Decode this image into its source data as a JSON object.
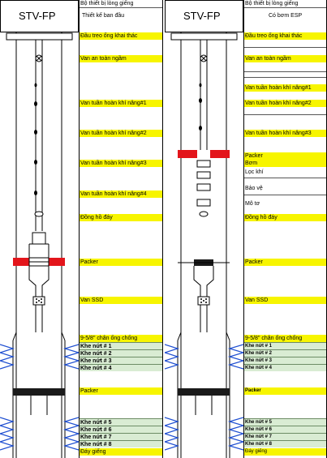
{
  "panels": [
    {
      "title": "STV-FP",
      "header_top": "Bộ thiết bị lòng giếng",
      "subtitle": "Thiết kế ban đầu",
      "labels": [
        {
          "text": "Đầu treo ống khai thác",
          "style": "yellow"
        },
        {
          "text": "Van an toàn ngầm",
          "style": "yellow"
        },
        {
          "text": "Van tuần hoàn khí nâng#1",
          "style": "yellow"
        },
        {
          "text": "Van tuần hoàn khí nâng#2",
          "style": "yellow"
        },
        {
          "text": "Van tuần hoàn khí nâng#3",
          "style": "yellow"
        },
        {
          "text": "Van tuần hoàn khí nâng#4",
          "style": "yellow"
        },
        {
          "text": "Đồng hồ đáy",
          "style": "yellow"
        },
        {
          "text": "Packer",
          "style": "yellow"
        },
        {
          "text": "Van SSD",
          "style": "yellow"
        },
        {
          "text": "9-5/8\" chân ống chống",
          "style": "yellow"
        },
        {
          "text": "Khe nứt # 1",
          "style": "green"
        },
        {
          "text": "Khe nứt # 2",
          "style": "green"
        },
        {
          "text": "Khe nứt # 3",
          "style": "green"
        },
        {
          "text": "Khe nứt # 4",
          "style": "green"
        },
        {
          "text": "Packer",
          "style": "yellow"
        },
        {
          "text": "Khe nứt # 5",
          "style": "green"
        },
        {
          "text": "Khe nứt # 6",
          "style": "green"
        },
        {
          "text": "Khe nứt # 7",
          "style": "green"
        },
        {
          "text": "Khe nứt # 8",
          "style": "green"
        },
        {
          "text": "Đáy giếng",
          "style": "yellow"
        }
      ]
    },
    {
      "title": "STV-FP",
      "header_top": "Bộ thiết bị lòng giếng",
      "subtitle": "Có bơm ESP",
      "labels": [
        {
          "text": "Đầu treo ống khai thác",
          "style": "yellow"
        },
        {
          "text": "Van an toàn ngầm",
          "style": "yellow"
        },
        {
          "text": "Van tuần hoàn khí nâng#1",
          "style": "yellow"
        },
        {
          "text": "Van tuần hoàn khí nâng#2",
          "style": "yellow"
        },
        {
          "text": "Van tuần hoàn khí nâng#3",
          "style": "yellow"
        },
        {
          "text": "Packer",
          "style": "yellow"
        },
        {
          "text": "Bơm",
          "style": "yellow"
        },
        {
          "text": "Lọc khí",
          "style": "plain"
        },
        {
          "text": "Bảo vệ",
          "style": "plain"
        },
        {
          "text": "Mô tơ",
          "style": "plain"
        },
        {
          "text": "Đồng hồ đáy",
          "style": "yellow"
        },
        {
          "text": "Packer",
          "style": "yellow"
        },
        {
          "text": "Van SSD",
          "style": "yellow"
        },
        {
          "text": "9-5/8\" chân ống chống",
          "style": "yellow"
        },
        {
          "text": "Khe nứt # 1",
          "style": "green"
        },
        {
          "text": "Khe nứt # 2",
          "style": "green"
        },
        {
          "text": "Khe nứt # 3",
          "style": "green"
        },
        {
          "text": "Khe nứt # 4",
          "style": "green"
        },
        {
          "text": "Packer",
          "style": "yellow"
        },
        {
          "text": "Khe nứt # 5",
          "style": "green"
        },
        {
          "text": "Khe nứt # 6",
          "style": "green"
        },
        {
          "text": "Khe nứt # 7",
          "style": "green"
        },
        {
          "text": "Khe nứt # 8",
          "style": "green"
        },
        {
          "text": "Đáy giếng",
          "style": "yellow"
        }
      ]
    }
  ],
  "colors": {
    "label_yellow": "#f7f500",
    "label_green": "#d9ecd3",
    "packer_red": "#e3151b",
    "packer_black": "#1a1a1a",
    "perforation_blue": "#1f4fd1"
  }
}
